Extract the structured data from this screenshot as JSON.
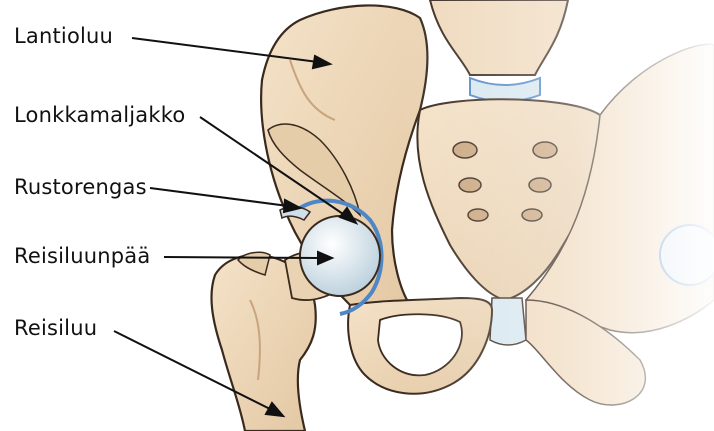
{
  "labels": {
    "pelvis": "Lantioluu",
    "acetabulum": "Lonkkamaljakko",
    "labrum": "Rustorengas",
    "femoral_head": "Reisiluunpää",
    "femur": "Reisiluu"
  },
  "colors": {
    "background": "#ffffff",
    "bone_fill": "#f0dcc0",
    "bone_shadow": "#d8b894",
    "bone_outline": "#3a2a1e",
    "cartilage": "#cfe0ea",
    "cartilage_rim": "#4f86c6",
    "label_text": "#111111",
    "leader_line": "#111111"
  }
}
